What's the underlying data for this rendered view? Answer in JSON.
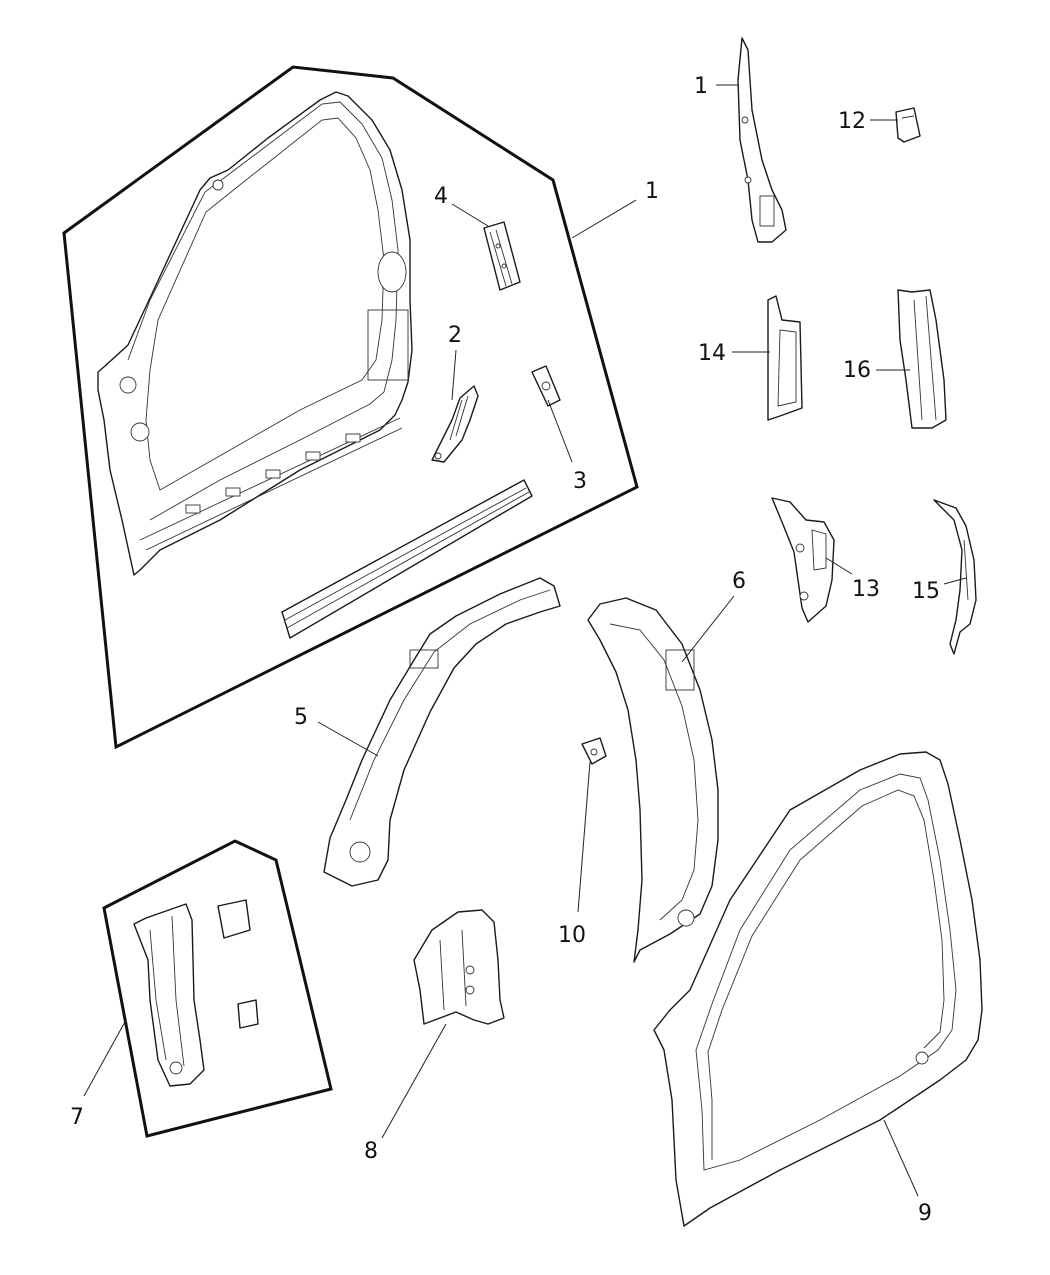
{
  "diagram": {
    "callouts": [
      {
        "id": "c1a",
        "text": "1"
      },
      {
        "id": "c1b",
        "text": "1"
      },
      {
        "id": "c2",
        "text": "2"
      },
      {
        "id": "c3",
        "text": "3"
      },
      {
        "id": "c4",
        "text": "4"
      },
      {
        "id": "c5",
        "text": "5"
      },
      {
        "id": "c6",
        "text": "6"
      },
      {
        "id": "c7",
        "text": "7"
      },
      {
        "id": "c8",
        "text": "8"
      },
      {
        "id": "c9",
        "text": "9"
      },
      {
        "id": "c10",
        "text": "10"
      },
      {
        "id": "c12",
        "text": "12"
      },
      {
        "id": "c13",
        "text": "13"
      },
      {
        "id": "c14",
        "text": "14"
      },
      {
        "id": "c15",
        "text": "15"
      },
      {
        "id": "c16",
        "text": "16"
      }
    ]
  }
}
